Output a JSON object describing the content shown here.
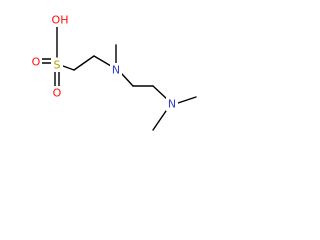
{
  "atoms": {
    "hydroxyl": "OH",
    "sulfur": "S",
    "oxo_top": "O",
    "oxo_bottom": "O",
    "amine_middle": "N",
    "amine_terminal": "N"
  },
  "colors": {
    "oxygen": "#ff0d0d",
    "sulfur": "#b2a100",
    "nitrogen": "#2f3fd6",
    "bond": "#000000",
    "background": "#ffffff"
  }
}
